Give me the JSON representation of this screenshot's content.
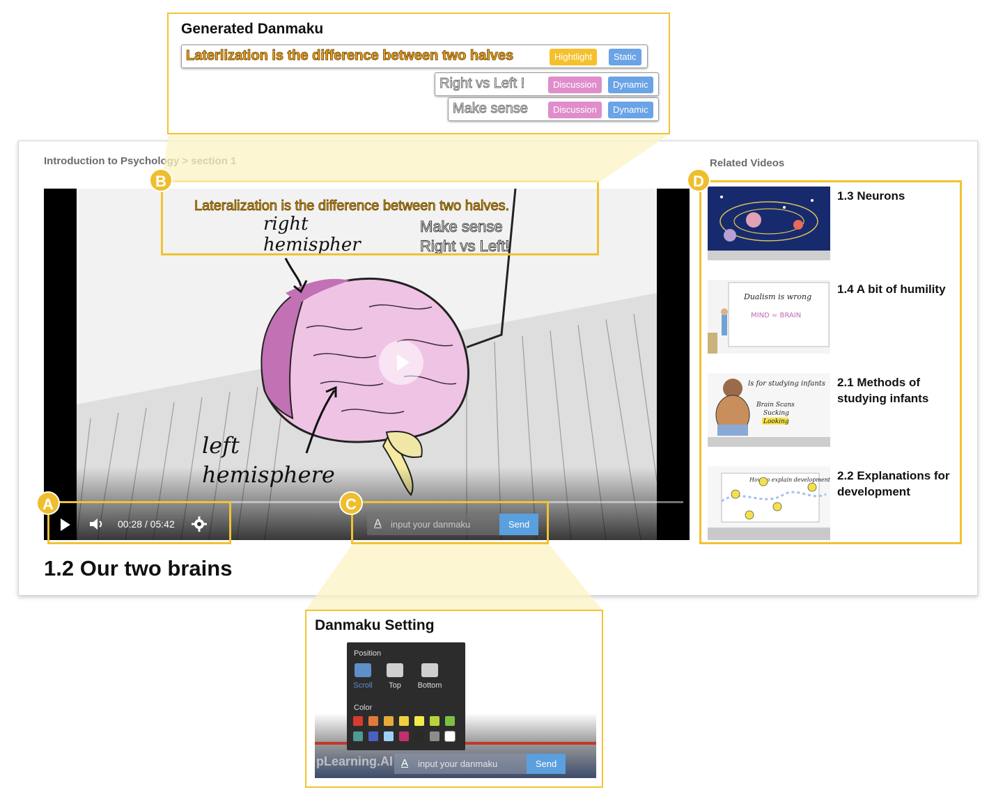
{
  "breadcrumb": "Introduction to Psychology > section 1",
  "video": {
    "title": "1.2 Our two brains",
    "time": "00:28 / 05:42",
    "progress": 0.083,
    "scene_labels": {
      "right": "right",
      "right2": "hemispher",
      "left": "left",
      "left2": "hemisphere"
    },
    "danmaku_overlay": [
      "Lateralization is the difference between two halves.",
      "Make sense",
      "Right vs Left!"
    ],
    "input_placeholder": "input your danmaku",
    "send_label": "Send",
    "text_style_icon": "A"
  },
  "related": {
    "title": "Related Videos",
    "items": [
      {
        "label": "1.3 Neurons",
        "thumb": "space-orbits"
      },
      {
        "label": "1.4 A bit of humility",
        "thumb": "whiteboard-lecture",
        "board": [
          "Dualism is wrong",
          "MIND = BRAIN"
        ]
      },
      {
        "label": "2.1 Methods of studying infants",
        "thumb": "infant-sketch",
        "board": [
          "ls for studying infants",
          "Brain Scans",
          "Sucking",
          "Looking"
        ]
      },
      {
        "label": "2.2 Explanations for development",
        "thumb": "star-diagram",
        "board": [
          "How to explain development?"
        ]
      }
    ]
  },
  "badges": {
    "a": "A",
    "b": "B",
    "c": "C",
    "d": "D"
  },
  "generated": {
    "title": "Generated Danmaku",
    "rows": [
      {
        "text": "Laterlization is the difference between two halves",
        "tags": [
          "Hightlight",
          "Static"
        ]
      },
      {
        "text": "Right vs Left !",
        "tags": [
          "Discussion",
          "Dynamic"
        ]
      },
      {
        "text": "Make sense",
        "tags": [
          "Discussion",
          "Dynamic"
        ]
      }
    ]
  },
  "setting": {
    "title": "Danmaku Setting",
    "position_label": "Position",
    "positions": [
      "Scroll",
      "Top",
      "Bottom"
    ],
    "active_position": "Scroll",
    "color_label": "Color",
    "colors": [
      "#d63b2f",
      "#e07a3a",
      "#e8a93b",
      "#f0d040",
      "#f2ea4a",
      "#b8d23d",
      "#7cc242",
      "#4f9a91",
      "#4c5fc4",
      "#9fd0f5",
      "#c0306d",
      "#2a2a2a",
      "#8c8c8c",
      "#ffffff"
    ],
    "selected_color": "#ffffff",
    "brand_text": "pLearning.AI",
    "input_placeholder": "input your danmaku",
    "send_label": "Send",
    "text_style_icon": "A"
  }
}
